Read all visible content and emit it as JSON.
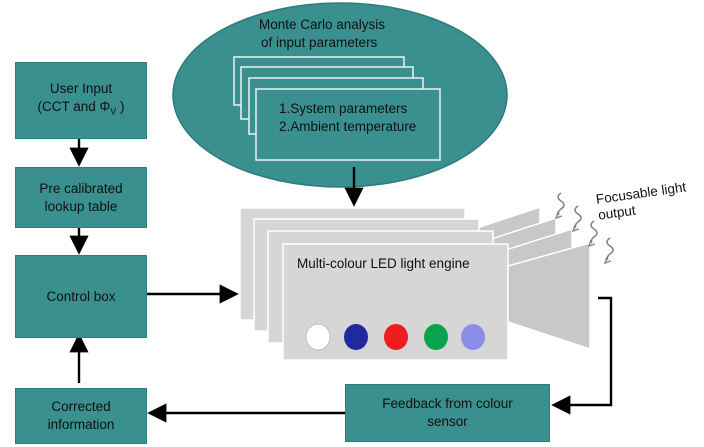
{
  "monte_carlo": {
    "line1": "Monte Carlo analysis",
    "line2": "of input parameters",
    "item1": "1.System parameters",
    "item2": "2.Ambient temperature"
  },
  "user_input": {
    "line1": "User Input",
    "line2_prefix": "(CCT and Φ",
    "line2_sub": "V",
    "line2_suffix": " )"
  },
  "lookup_table": {
    "line1": "Pre calibrated",
    "line2": "lookup table"
  },
  "control_box": {
    "label": "Control box"
  },
  "corrected_info": {
    "line1": "Corrected",
    "line2": "information"
  },
  "feedback": {
    "line1": "Feedback from colour",
    "line2": "sensor"
  },
  "engine": {
    "label": "Multi-colour LED light engine"
  },
  "focus_output": {
    "line1": "Focusable light",
    "line2": "output"
  },
  "colors": {
    "box_fill": "#3a8f8f",
    "engine_fill": "#d6d6d6",
    "led_white": "#ffffff",
    "led_blue": "#1f2a9e",
    "led_red": "#ee1c1c",
    "led_green": "#0aa24a",
    "led_violet": "#8a8ee8"
  }
}
